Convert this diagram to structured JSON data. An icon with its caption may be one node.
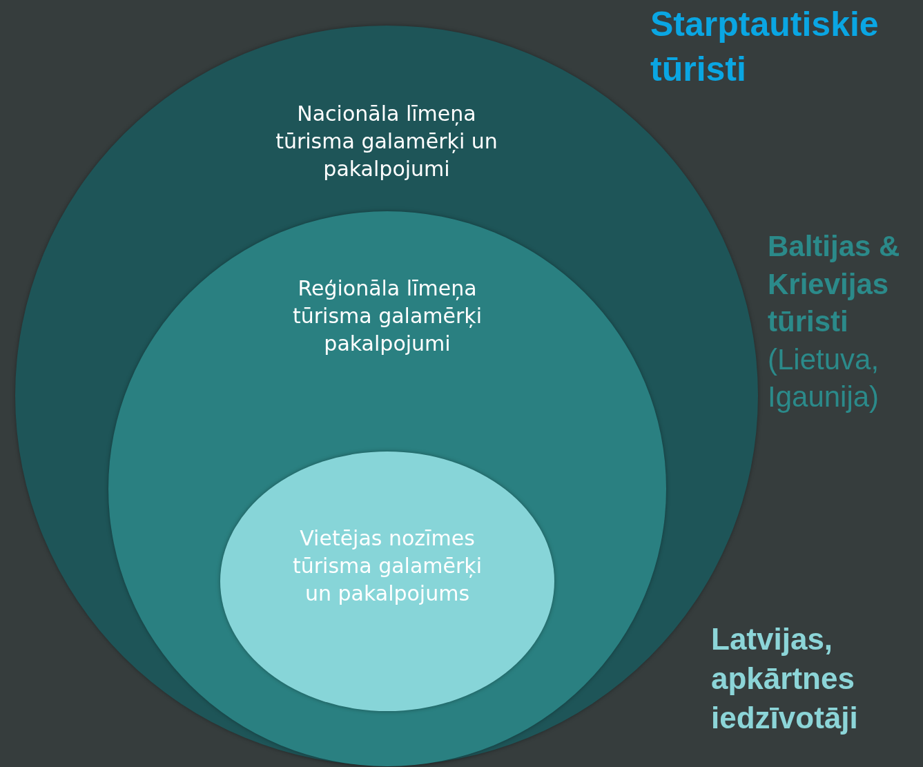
{
  "diagram": {
    "nodes": [
      {
        "text": [
          "Nacionāla līmeņa tūrisma galamērķi un pakalpojumi"
        ]
      },
      {
        "text": [
          "Reģionāla līmeņa tūrisma galamērķi pakalpojumi"
        ],
        "in": 0
      },
      {
        "text": [
          "Vietējas nozīmes tūrisma galamērķi un pakalpojums"
        ],
        "in": 1
      }
    ],
    "labels": [
      "Starptautiskie tūristi",
      "**Baltijas & Krievijas tūristi** (Lietuva, Igaunija)",
      "Latvijas, apkārtnes iedzīvotāji"
    ]
  }
}
